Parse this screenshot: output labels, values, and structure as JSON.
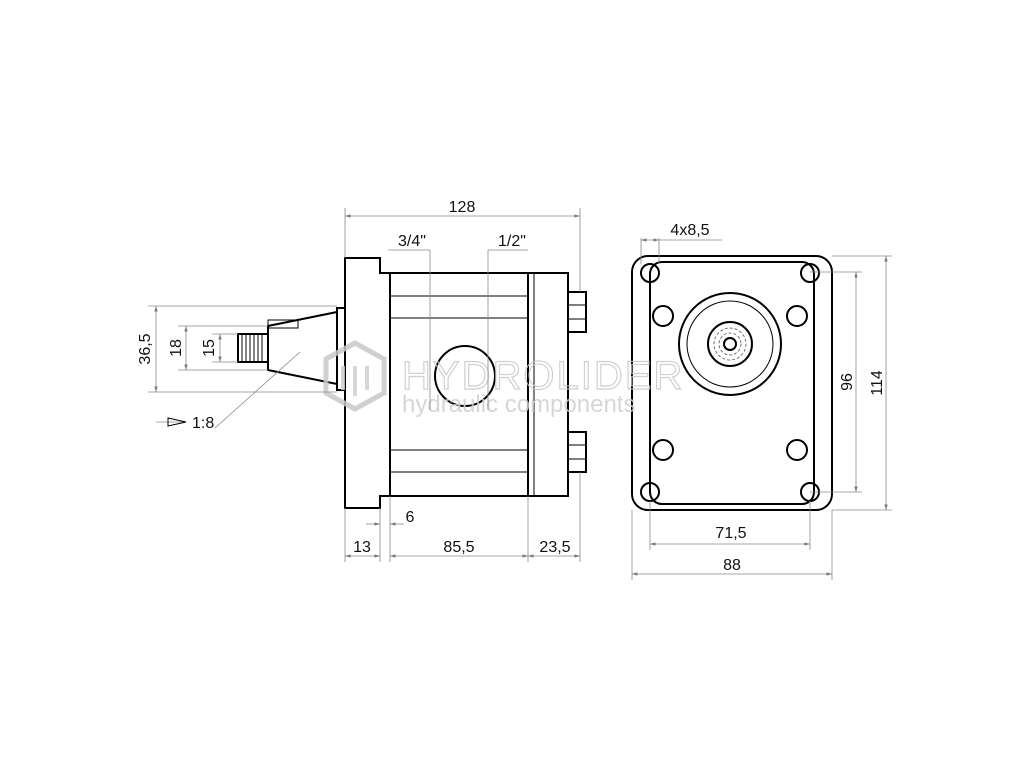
{
  "dimensions": {
    "total_length": "128",
    "port_inlet": "3/4\"",
    "port_outlet": "1/2\"",
    "flange_thickness": "13",
    "flange_gap": "6",
    "body_length": "85,5",
    "cover_length": "23,5",
    "shaft_outer": "36,5",
    "shaft_mid": "18",
    "shaft_inner": "15",
    "taper": "1:8",
    "bolt_holes": "4x8,5",
    "bolt_spacing_vertical": "96",
    "flange_height": "114",
    "bolt_spacing_horizontal": "71,5",
    "flange_width": "88"
  },
  "watermark": {
    "brand": "HYDROLIDER",
    "tagline": "hydraulic components"
  }
}
